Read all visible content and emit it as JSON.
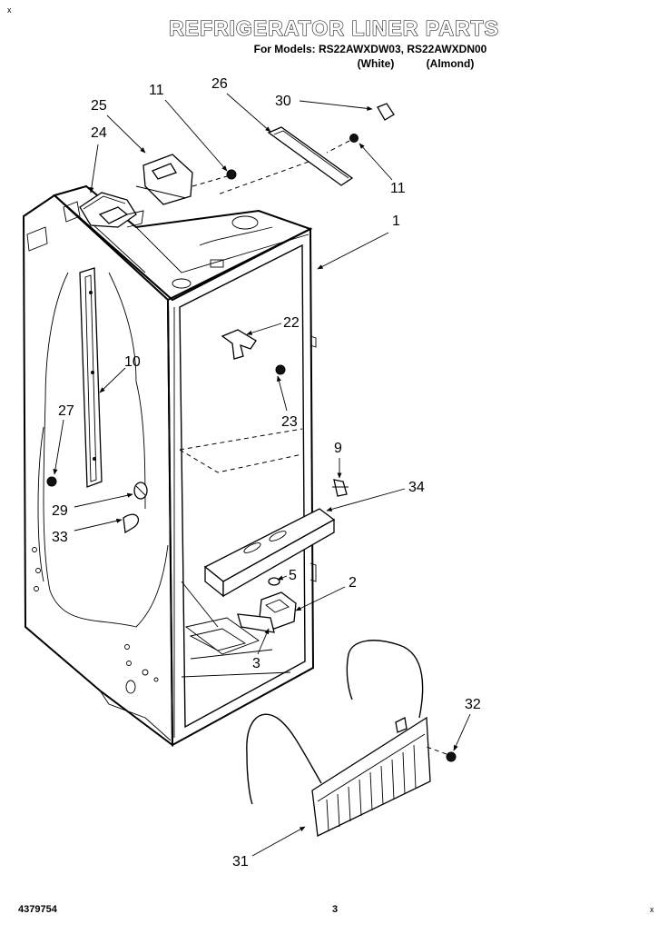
{
  "header": {
    "title": "REFRIGERATOR LINER PARTS",
    "models": "For Models: RS22AWXDW03, RS22AWXDN00",
    "color_white": "(White)",
    "color_almond": "(Almond)"
  },
  "corner_mark_top": "x",
  "corner_mark_bottom": "x",
  "footer": {
    "doc_number": "4379754",
    "page_number": "3"
  },
  "callouts": [
    {
      "id": "c30",
      "label": "30"
    },
    {
      "id": "c26",
      "label": "26"
    },
    {
      "id": "c11a",
      "label": "11"
    },
    {
      "id": "c25",
      "label": "25"
    },
    {
      "id": "c24",
      "label": "24"
    },
    {
      "id": "c11b",
      "label": "11"
    },
    {
      "id": "c1",
      "label": "1"
    },
    {
      "id": "c22",
      "label": "22"
    },
    {
      "id": "c23",
      "label": "23"
    },
    {
      "id": "c10",
      "label": "10"
    },
    {
      "id": "c27",
      "label": "27"
    },
    {
      "id": "c9",
      "label": "9"
    },
    {
      "id": "c34",
      "label": "34"
    },
    {
      "id": "c29",
      "label": "29"
    },
    {
      "id": "c33",
      "label": "33"
    },
    {
      "id": "c5",
      "label": "5"
    },
    {
      "id": "c2",
      "label": "2"
    },
    {
      "id": "c3",
      "label": "3"
    },
    {
      "id": "c32",
      "label": "32"
    },
    {
      "id": "c31",
      "label": "31"
    }
  ]
}
